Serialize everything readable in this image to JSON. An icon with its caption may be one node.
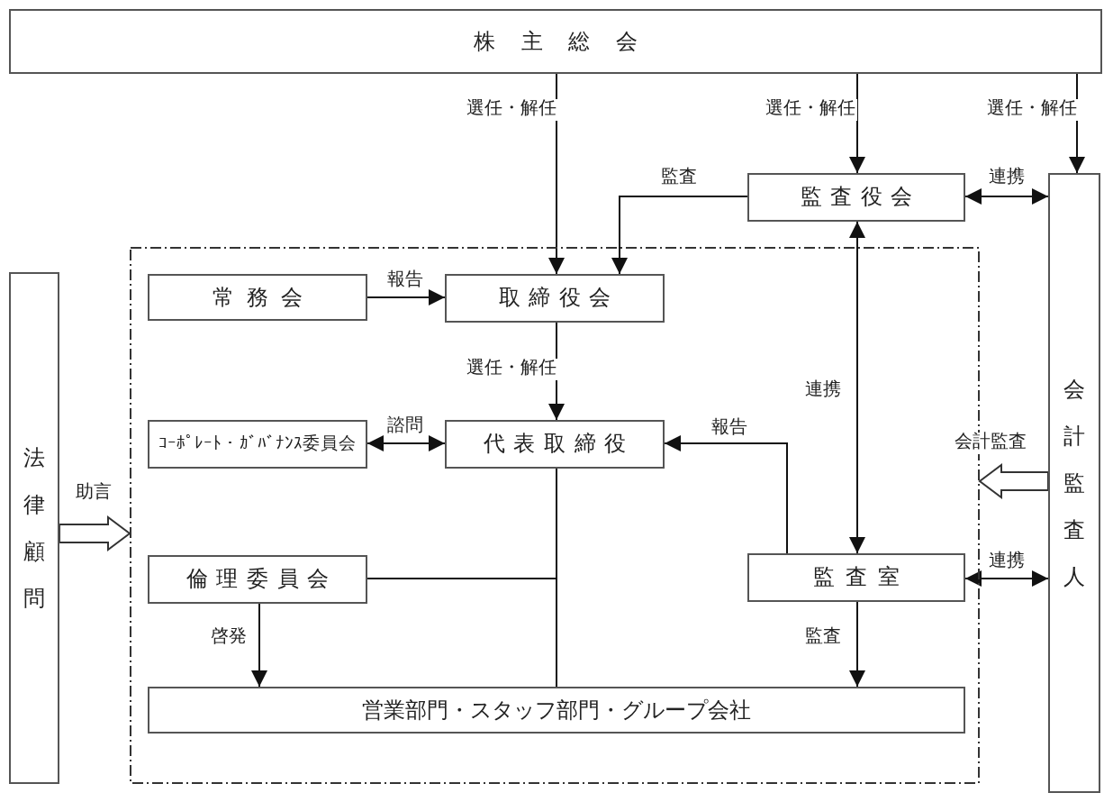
{
  "diagram": {
    "nodes": [
      {
        "text": [
          "株主総会"
        ]
      },
      {
        "text": [
          "監査役会"
        ]
      },
      {
        "text": [
          "会計監査人"
        ]
      },
      {
        "text": [
          "法律顧問"
        ]
      },
      {
        "text": [],
        "shape": "box"
      },
      {
        "text": [
          "常務会"
        ],
        "in": 4
      },
      {
        "text": [
          "取締役会"
        ],
        "in": 4
      },
      {
        "text": [
          "ｺｰﾎﾟﾚｰﾄ・ｶﾞﾊﾞﾅﾝｽ委員会"
        ],
        "in": 4
      },
      {
        "text": [
          "代表取締役"
        ],
        "in": 4
      },
      {
        "text": [
          "倫理委員会"
        ],
        "in": 4
      },
      {
        "text": [
          "監査室"
        ],
        "in": 4
      },
      {
        "text": [
          "営業部門・スタッフ部門・グループ会社"
        ],
        "in": 4
      }
    ],
    "edges": [
      {
        "from": 0,
        "to": 6,
        "arrow": "to",
        "label": "選任・解任"
      },
      {
        "from": 0,
        "to": 1,
        "arrow": "to",
        "label": "選任・解任"
      },
      {
        "from": 0,
        "to": 2,
        "arrow": "to",
        "label": "選任・解任"
      },
      {
        "from": 1,
        "to": 6,
        "arrow": "to",
        "label": "監査"
      },
      {
        "from": 1,
        "to": 2,
        "arrow": "both",
        "label": "連携"
      },
      {
        "from": 1,
        "to": 10,
        "arrow": "both",
        "label": "連携"
      },
      {
        "from": 5,
        "to": 6,
        "arrow": "to",
        "label": "報告"
      },
      {
        "from": 6,
        "to": 8,
        "arrow": "to",
        "label": "選任・解任"
      },
      {
        "from": 7,
        "to": 8,
        "arrow": "both",
        "label": "諮問"
      },
      {
        "from": 10,
        "to": 8,
        "arrow": "to",
        "label": "報告"
      },
      {
        "from": 10,
        "to": 2,
        "arrow": "both",
        "label": "連携"
      },
      {
        "from": 2,
        "to": 4,
        "arrow": "to",
        "label": "会計監査",
        "style": "thick"
      },
      {
        "from": 3,
        "to": 4,
        "arrow": "to",
        "label": "助言",
        "style": "thick"
      },
      {
        "from": 9,
        "to": 11,
        "arrow": "to",
        "label": "啓発"
      },
      {
        "from": 10,
        "to": 11,
        "arrow": "to",
        "label": "監査"
      },
      {
        "from": 8,
        "to": 11,
        "arrow": "none"
      },
      {
        "from": 9,
        "to": 8,
        "arrow": "none"
      }
    ]
  }
}
